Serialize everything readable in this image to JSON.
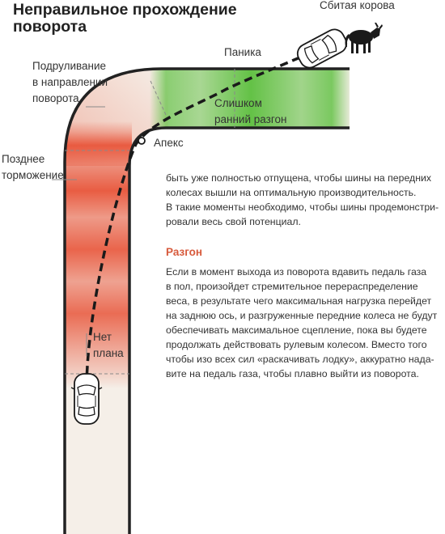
{
  "title": "Неправильное прохождение\nповорота",
  "labels": {
    "cow": "Сбитая корова",
    "panic": "Паника",
    "steer": "Подруливание\nв направлении\nповорота",
    "early_accel": "Слишком\nранний разгон",
    "apex": "Апекс",
    "late_brake": "Позднее\nторможение",
    "no_plan": "Нет\nплана"
  },
  "article": {
    "para1": "быть уже полностью отпущена, чтобы шины на передних\nколесах вышли на оптимальную производительность.\nВ такие моменты необходимо, чтобы шины продемонстри-\nровали весь свой потенциал.",
    "heading": "Разгон",
    "para2": "Если в момент выхода из поворота вдавить педаль газа\nв пол, произойдет стремительное перераспределение\nвеса, в результате чего максимальная нагрузка перейдет\nна заднюю ось, и разгруженные передние колеса не будут\nобеспечивать максимальное сцепление, пока вы будете\nпродолжать действовать рулевым колесом. Вместо того\nчтобы изо всех сил «раскачивать лодку», аккуратно нада-\nвите на педаль газа, чтобы плавно выйти из поворота."
  },
  "colors": {
    "brake_zone": "#e8553a",
    "accel_zone": "#5cbf3e",
    "heading": "#d75a3c",
    "road_edge": "#222222",
    "path": "#1a1a1a"
  },
  "icons": {
    "car_start": "car-top-view-icon",
    "car_end": "car-top-view-icon",
    "cow": "cow-icon"
  }
}
